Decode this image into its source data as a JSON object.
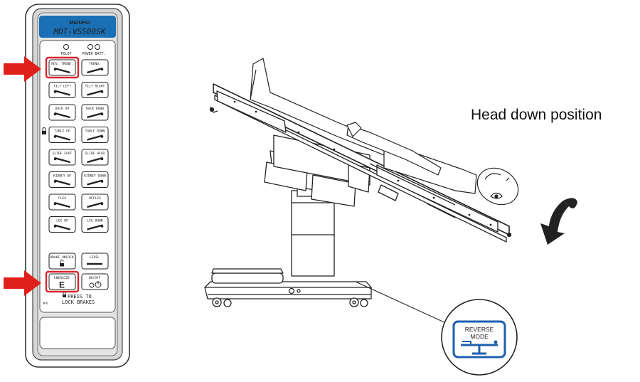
{
  "remote": {
    "brand": "MIZUHO",
    "model": "MOT-VS500SK",
    "indicators": [
      "PILOT",
      "POWER BATT."
    ],
    "buttons": [
      {
        "left": "REV. TREND.",
        "right": "TREND."
      },
      {
        "left": "TILT LEFT",
        "right": "TILT RIGHT"
      },
      {
        "left": "BACK UP",
        "right": "BACK DOWN"
      },
      {
        "left": "TABLE UP",
        "right": "TABLE DOWN"
      },
      {
        "left": "SLIDE FOOT",
        "right": "SLIDE HEAD"
      },
      {
        "left": "KIDNEY UP",
        "right": "KIDNEY DOWN"
      },
      {
        "left": "FLEX",
        "right": "REFLEX"
      },
      {
        "left": "LEG UP",
        "right": "LEG DOWN"
      }
    ],
    "brake_unlock": "BRAKE UNLOCK",
    "level": "LEVEL",
    "energize": "ENERGIZE",
    "energize_letter": "E",
    "onoff": "ON/OFF",
    "press_line1": "PRESS TO",
    "press_line2": "LOCK BRAKES"
  },
  "caption": "Head down position",
  "badge": {
    "line1": "REVERSE",
    "line2": "MODE"
  },
  "colors": {
    "arrow": "#e0201b",
    "panel_blue": "#1a6fb5",
    "highlight": "#d9232d",
    "badge_blue": "#1e5fae"
  }
}
